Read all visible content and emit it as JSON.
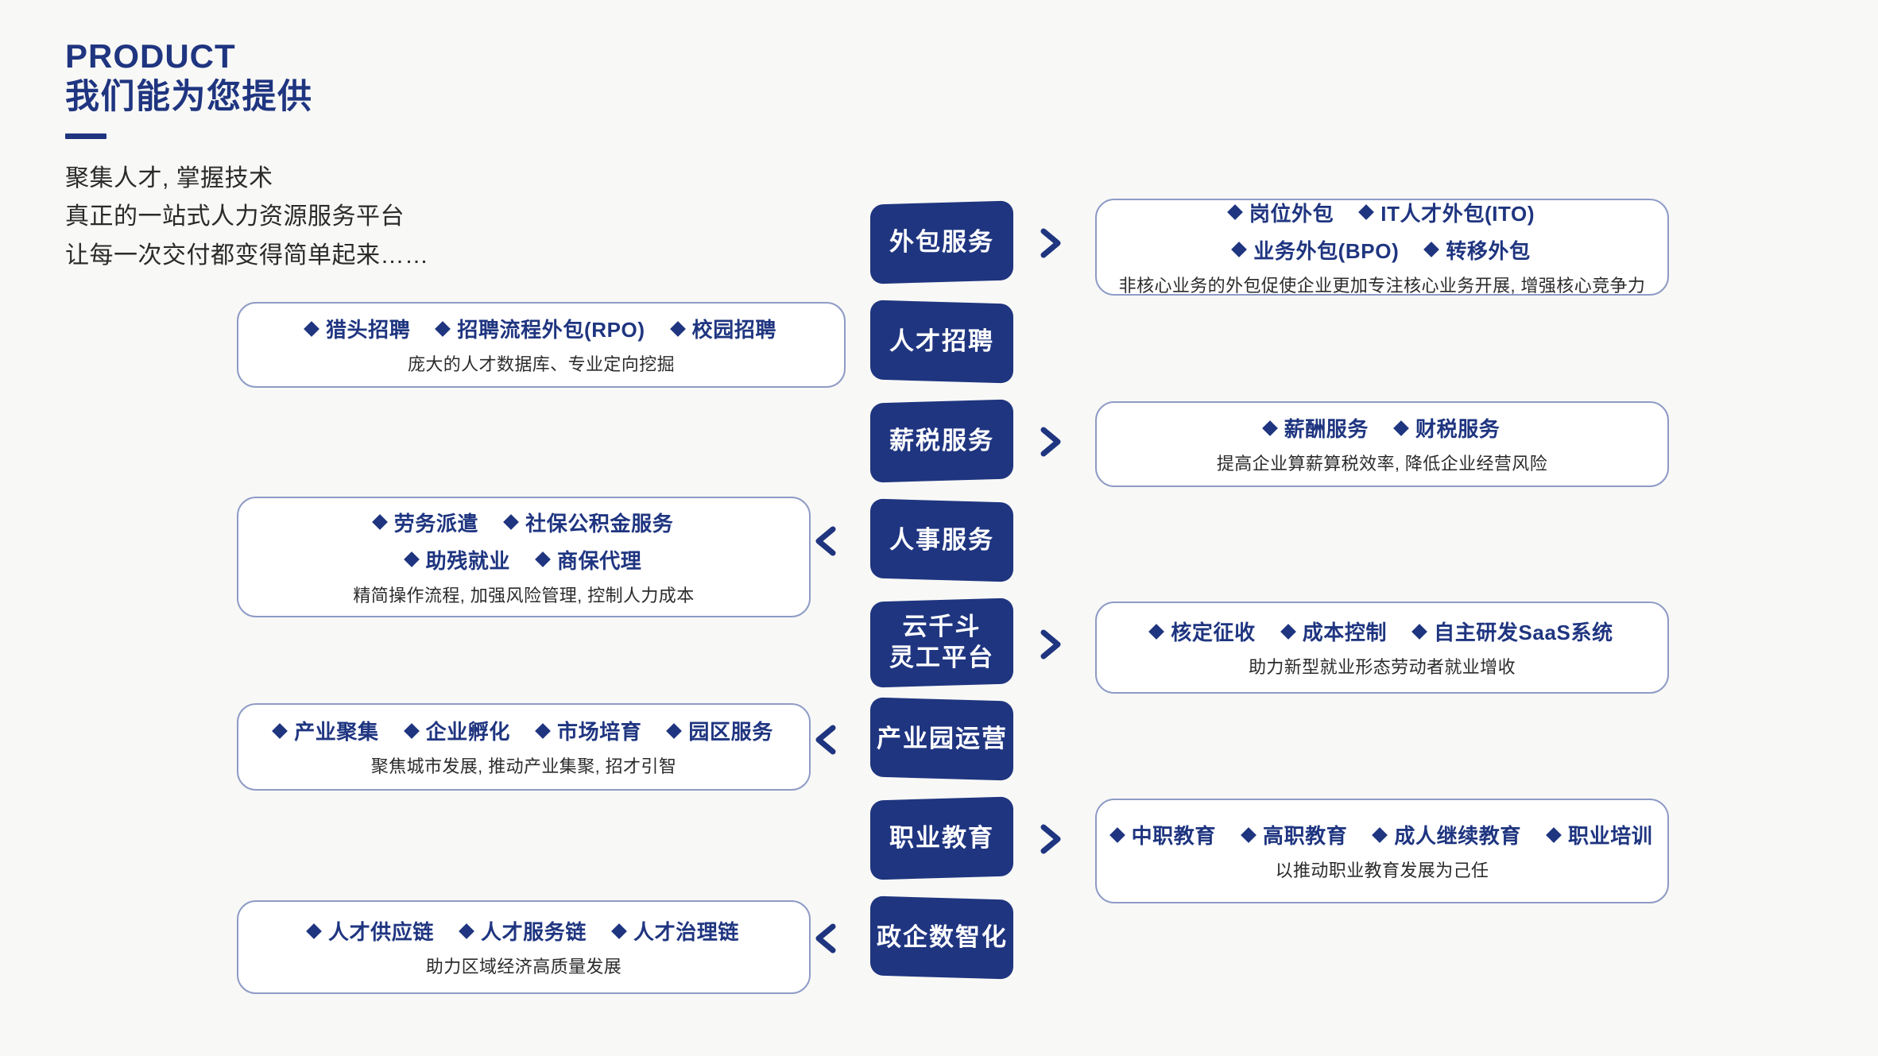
{
  "theme": {
    "background": "#f8f8f6",
    "brand_navy": "#1f3580",
    "card_border": "#8e9bc6",
    "card_bg": "#ffffff",
    "body_text": "#2a2a2a"
  },
  "header": {
    "eyebrow": "PRODUCT",
    "title_cn": "我们能为您提供",
    "lead_lines": [
      "聚集人才, 掌握技术",
      "真正的一站式人力资源服务平台",
      "让每一次交付都变得简单起来……"
    ]
  },
  "flow": {
    "items": [
      {
        "badge": "外包服务",
        "side": "right",
        "chevron": "chevron-right-icon",
        "rows": [
          [
            "岗位外包",
            "IT人才外包(ITO)"
          ],
          [
            "业务外包(BPO)",
            "转移外包"
          ]
        ],
        "note": "非核心业务的外包促使企业更加专注核心业务开展, 增强核心竞争力"
      },
      {
        "badge": "人才招聘",
        "side": "left",
        "chevron": "chevron-left-icon",
        "rows": [
          [
            "猎头招聘",
            "招聘流程外包(RPO)",
            "校园招聘"
          ]
        ],
        "note": "庞大的人才数据库、专业定向挖掘"
      },
      {
        "badge": "薪税服务",
        "side": "right",
        "chevron": "chevron-right-icon",
        "rows": [
          [
            "薪酬服务",
            "财税服务"
          ]
        ],
        "note": "提高企业算薪算税效率, 降低企业经营风险"
      },
      {
        "badge": "人事服务",
        "side": "left",
        "chevron": "chevron-left-icon",
        "rows": [
          [
            "劳务派遣",
            "社保公积金服务"
          ],
          [
            "助残就业",
            "商保代理"
          ]
        ],
        "note": "精简操作流程, 加强风险管理, 控制人力成本"
      },
      {
        "badge": "云千斗\n灵工平台",
        "side": "right",
        "chevron": "chevron-right-icon",
        "rows": [
          [
            "核定征收",
            "成本控制",
            "自主研发SaaS系统"
          ]
        ],
        "note": "助力新型就业形态劳动者就业增收"
      },
      {
        "badge": "产业园运营",
        "side": "left",
        "chevron": "chevron-left-icon",
        "rows": [
          [
            "产业聚集",
            "企业孵化",
            "市场培育",
            "园区服务"
          ]
        ],
        "note": "聚焦城市发展, 推动产业集聚, 招才引智"
      },
      {
        "badge": "职业教育",
        "side": "right",
        "chevron": "chevron-right-icon",
        "rows": [
          [
            "中职教育",
            "高职教育",
            "成人继续教育",
            "职业培训"
          ]
        ],
        "note": "以推动职业教育发展为己任"
      },
      {
        "badge": "政企数智化",
        "side": "left",
        "chevron": "chevron-left-icon",
        "rows": [
          [
            "人才供应链",
            "人才服务链",
            "人才治理链"
          ]
        ],
        "note": "助力区域经济高质量发展"
      }
    ]
  }
}
